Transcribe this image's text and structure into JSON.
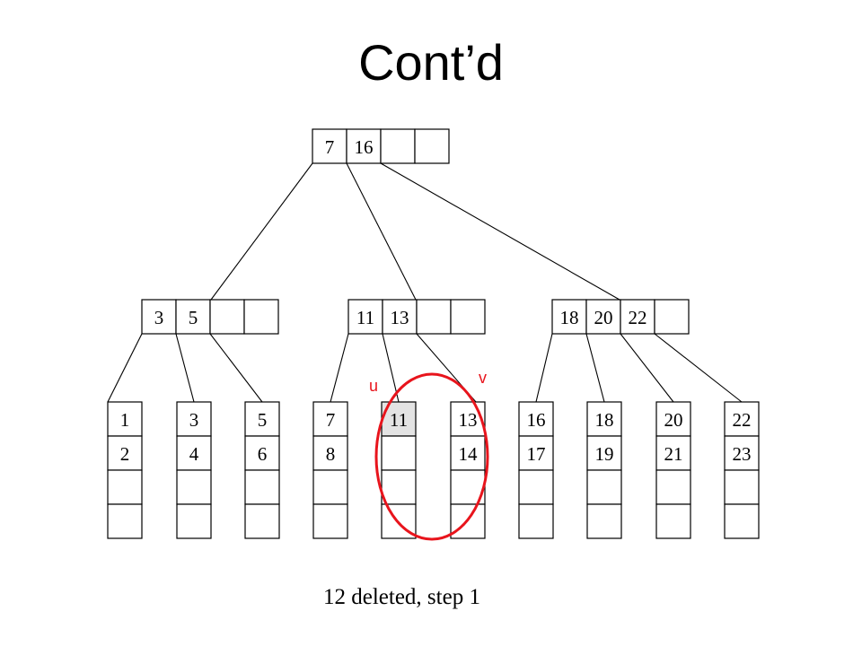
{
  "title": "Cont’d",
  "caption": "12 deleted, step 1",
  "root": {
    "keys": [
      "7",
      "16",
      "",
      ""
    ]
  },
  "internal": [
    {
      "keys": [
        "3",
        "5",
        "",
        ""
      ]
    },
    {
      "keys": [
        "11",
        "13",
        "",
        ""
      ]
    },
    {
      "keys": [
        "18",
        "20",
        "22",
        ""
      ]
    }
  ],
  "leaves": [
    {
      "keys": [
        "1",
        "2",
        "",
        ""
      ]
    },
    {
      "keys": [
        "3",
        "4",
        "",
        ""
      ]
    },
    {
      "keys": [
        "5",
        "6",
        "",
        ""
      ]
    },
    {
      "keys": [
        "7",
        "8",
        "",
        ""
      ]
    },
    {
      "keys": [
        "11",
        "",
        "",
        ""
      ],
      "highlight_first": true
    },
    {
      "keys": [
        "13",
        "14",
        "",
        ""
      ]
    },
    {
      "keys": [
        "16",
        "17",
        "",
        ""
      ]
    },
    {
      "keys": [
        "18",
        "19",
        "",
        ""
      ]
    },
    {
      "keys": [
        "20",
        "21",
        "",
        ""
      ]
    },
    {
      "keys": [
        "22",
        "23",
        "",
        ""
      ]
    }
  ],
  "markers": {
    "u": "u",
    "v": "v"
  },
  "colors": {
    "highlight": "#e3e3e3",
    "circle": "#e8141c",
    "line": "#000000"
  }
}
